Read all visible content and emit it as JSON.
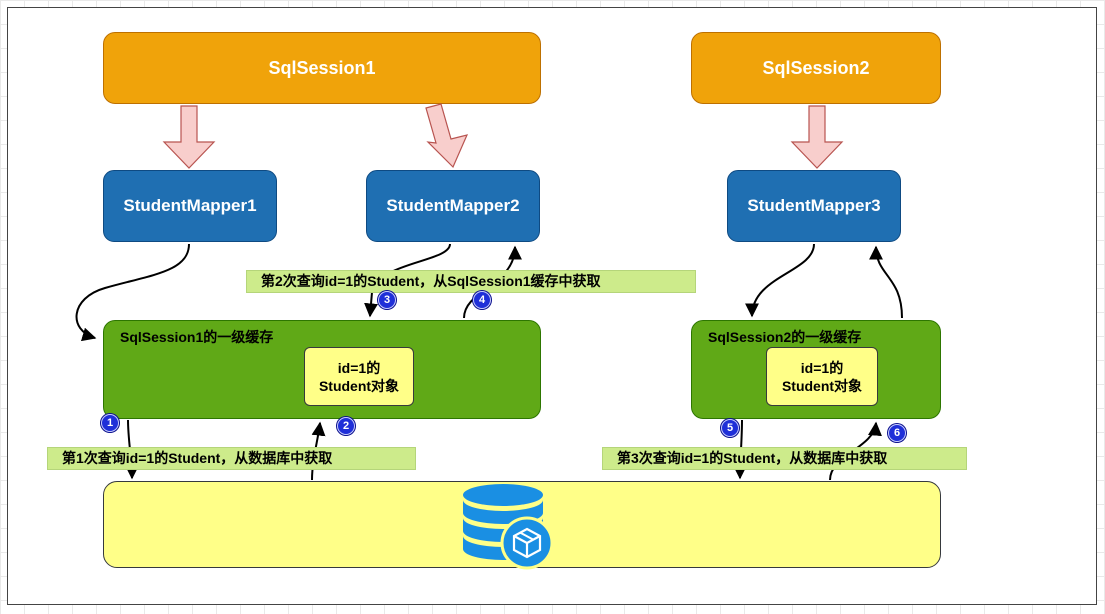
{
  "sessions": [
    {
      "label": "SqlSession1"
    },
    {
      "label": "SqlSession2"
    }
  ],
  "mappers": [
    {
      "label": "StudentMapper1"
    },
    {
      "label": "StudentMapper2"
    },
    {
      "label": "StudentMapper3"
    }
  ],
  "caches": [
    {
      "title": "SqlSession1的一级缓存",
      "object_line1": "id=1的",
      "object_line2": "Student对象"
    },
    {
      "title": "SqlSession2的一级缓存",
      "object_line1": "id=1的",
      "object_line2": "Student对象"
    }
  ],
  "queries": [
    {
      "text": "第1次查询id=1的Student，从数据库中获取"
    },
    {
      "text": "第2次查询id=1的Student，从SqlSession1缓存中获取"
    },
    {
      "text": "第3次查询id=1的Student，从数据库中获取"
    }
  ],
  "steps": [
    "1",
    "2",
    "3",
    "4",
    "5",
    "6"
  ],
  "database": {
    "icon": "database-icon"
  },
  "colors": {
    "session": "#f0a30a",
    "mapper": "#1f6fb2",
    "cache": "#60a917",
    "object": "#ffff88",
    "label": "#cdeb8b",
    "badge": "#1f2fd8",
    "database_icon": "#1a8fe3"
  }
}
